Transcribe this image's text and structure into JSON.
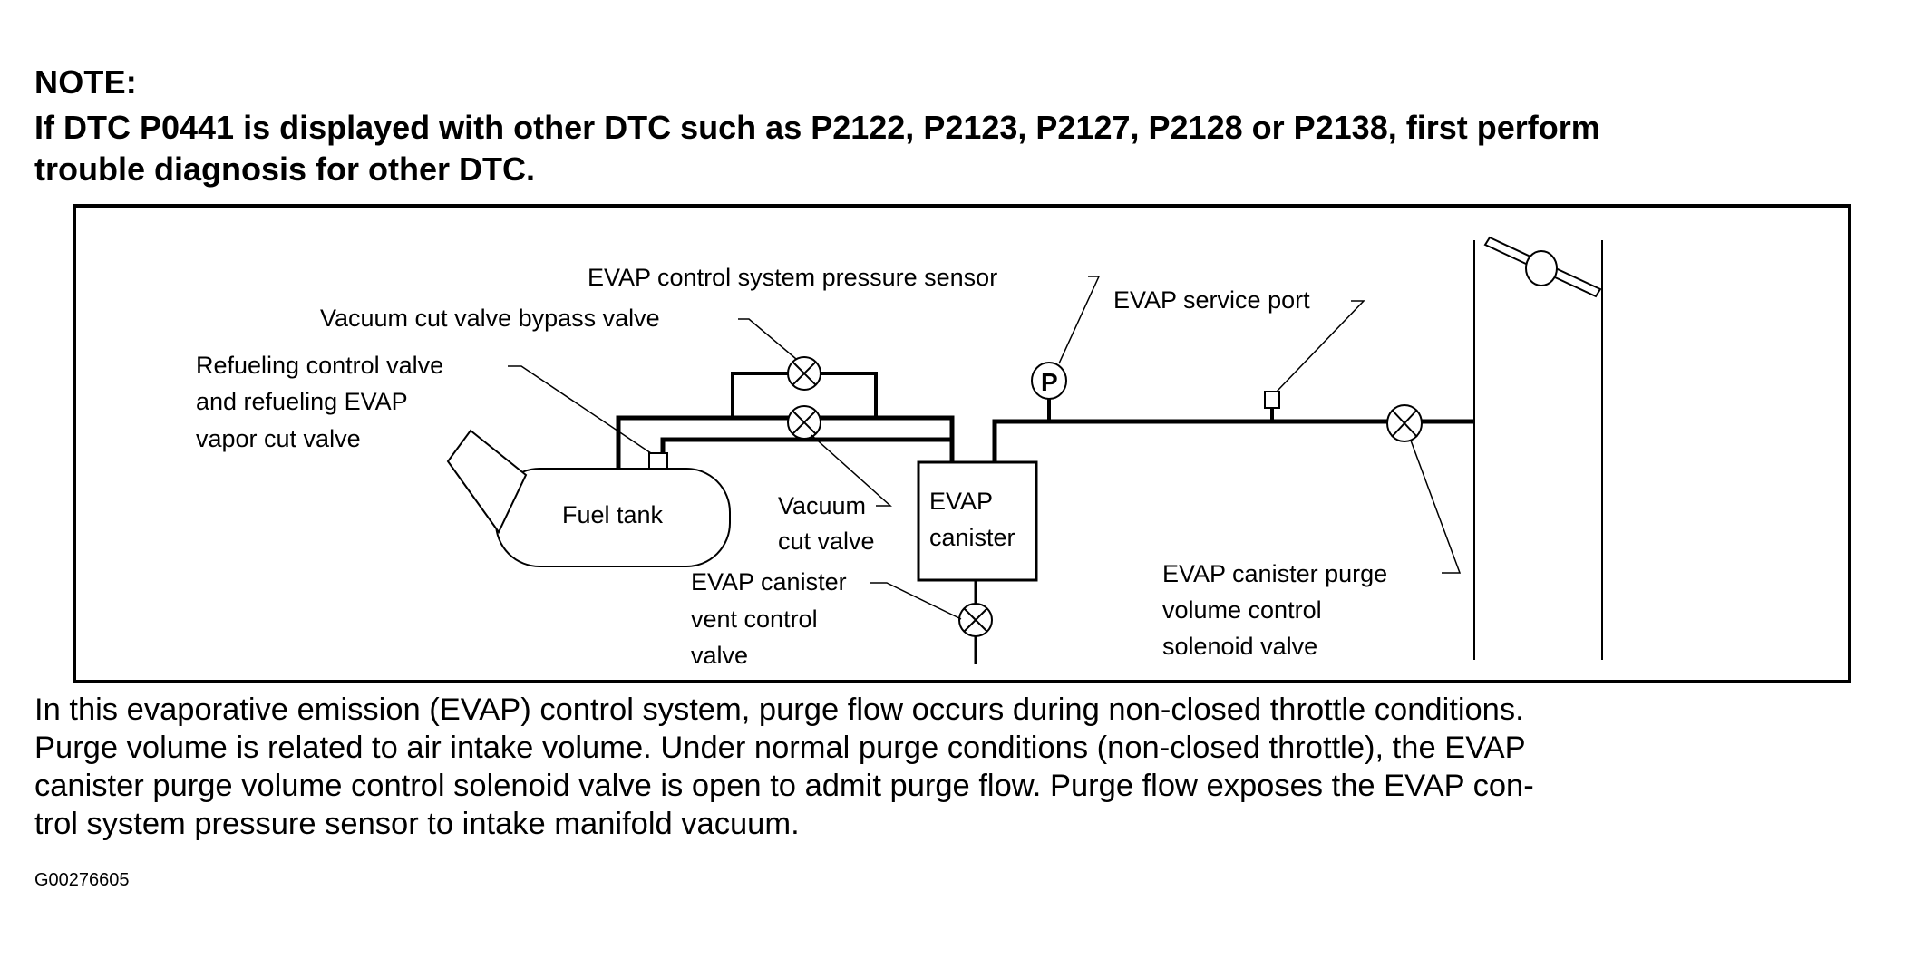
{
  "note": {
    "title": "NOTE:",
    "text_line1": "If DTC P0441 is displayed with other DTC such as P2122, P2123, P2127, P2128 or P2138, first perform",
    "text_line2": "trouble diagnosis for other DTC."
  },
  "diagram": {
    "labels": {
      "pressure_sensor": "EVAP control system pressure sensor",
      "bypass_valve": "Vacuum cut valve bypass valve",
      "refueling_line1": "Refueling control valve",
      "refueling_line2": "and refueling EVAP",
      "refueling_line3": "vapor cut valve",
      "service_port": "EVAP service port",
      "fuel_tank": "Fuel tank",
      "vacuum_cut_line1": "Vacuum",
      "vacuum_cut_line2": "cut valve",
      "canister_line1": "EVAP",
      "canister_line2": "canister",
      "vent_line1": "EVAP canister",
      "vent_line2": "vent control",
      "vent_line3": "valve",
      "purge_line1": "EVAP canister purge",
      "purge_line2": "volume control",
      "purge_line3": "solenoid valve",
      "sensor_symbol": "P"
    }
  },
  "paragraph": {
    "lines": [
      "In this evaporative emission (EVAP) control system, purge flow occurs during non-closed throttle conditions.",
      "Purge volume is related to air intake volume. Under normal purge conditions (non-closed throttle), the EVAP",
      "canister purge volume control solenoid valve is open to admit purge flow. Purge flow exposes the EVAP con-",
      "trol system pressure sensor to intake manifold vacuum."
    ]
  },
  "figure_code": "G00276605"
}
